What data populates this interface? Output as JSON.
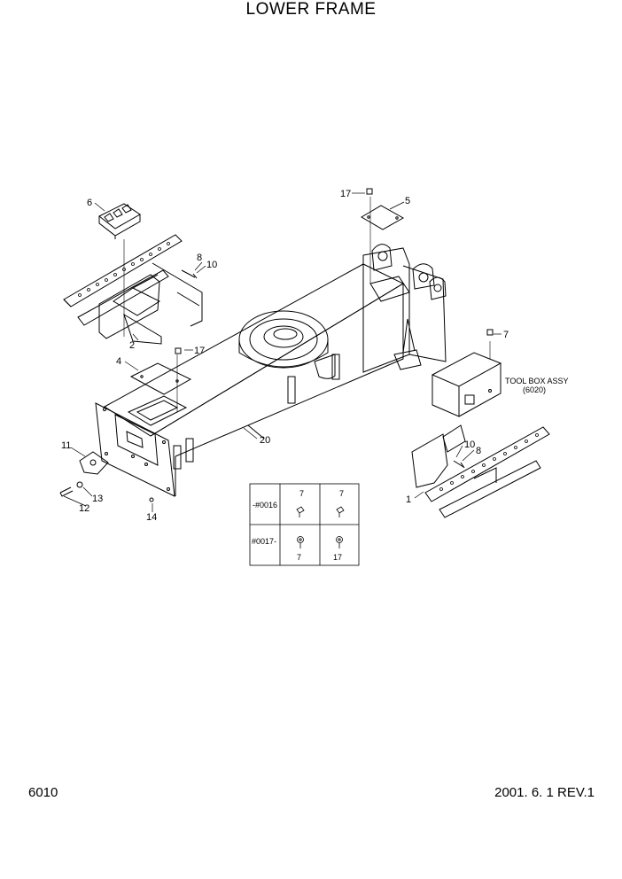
{
  "title": "LOWER FRAME",
  "callouts": {
    "c1": "1",
    "c2": "2",
    "c4": "4",
    "c5": "5",
    "c6": "6",
    "c7": "7",
    "c8a": "8",
    "c8b": "8",
    "c10a": "10",
    "c10b": "10",
    "c11": "11",
    "c12": "12",
    "c13": "13",
    "c14": "14",
    "c17a": "17",
    "c17b": "17",
    "c20": "20"
  },
  "toolbox_label": {
    "line1": "TOOL BOX ASSY",
    "line2": "(6020)"
  },
  "serial_table": {
    "row1_label": "-#0016",
    "row2_label": "#0017-",
    "row1_col1": "7",
    "row1_col2": "7",
    "row2_col1": "7",
    "row2_col2": "17"
  },
  "footer": {
    "page_code": "6010",
    "revision": "2001. 6. 1 REV.1"
  }
}
